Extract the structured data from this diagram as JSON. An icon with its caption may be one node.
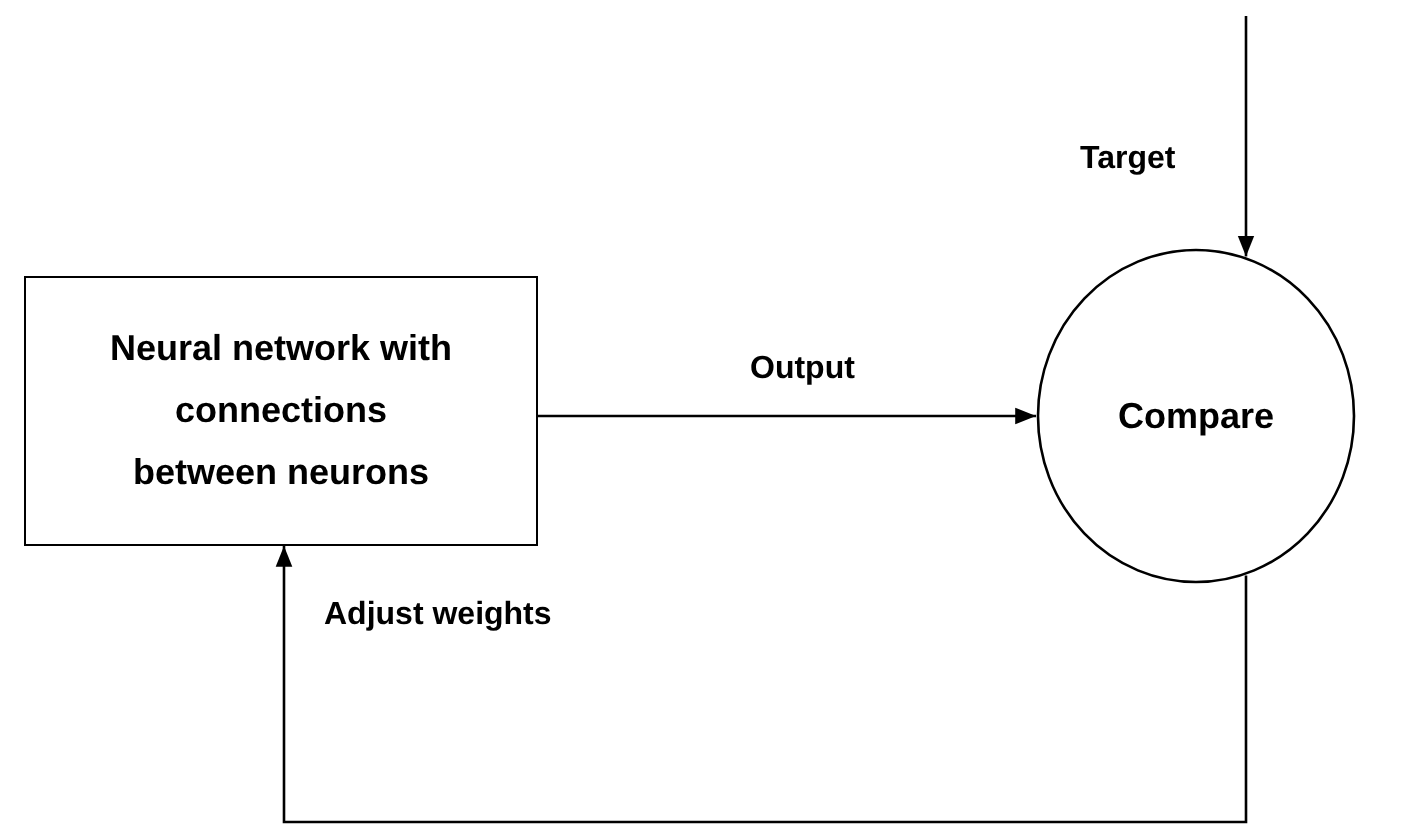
{
  "diagram": {
    "nodes": [
      {
        "text": [
          "Neural network with connections between neurons"
        ]
      },
      {
        "text": [
          "Compare"
        ]
      }
    ],
    "edges": [
      {
        "from": null,
        "to": 1,
        "arrow": "to",
        "label": "Target"
      },
      {
        "from": 0,
        "to": 1,
        "arrow": "to",
        "label": "Output"
      },
      {
        "from": 1,
        "to": 0,
        "arrow": "to",
        "label": "Adjust weights"
      }
    ]
  }
}
